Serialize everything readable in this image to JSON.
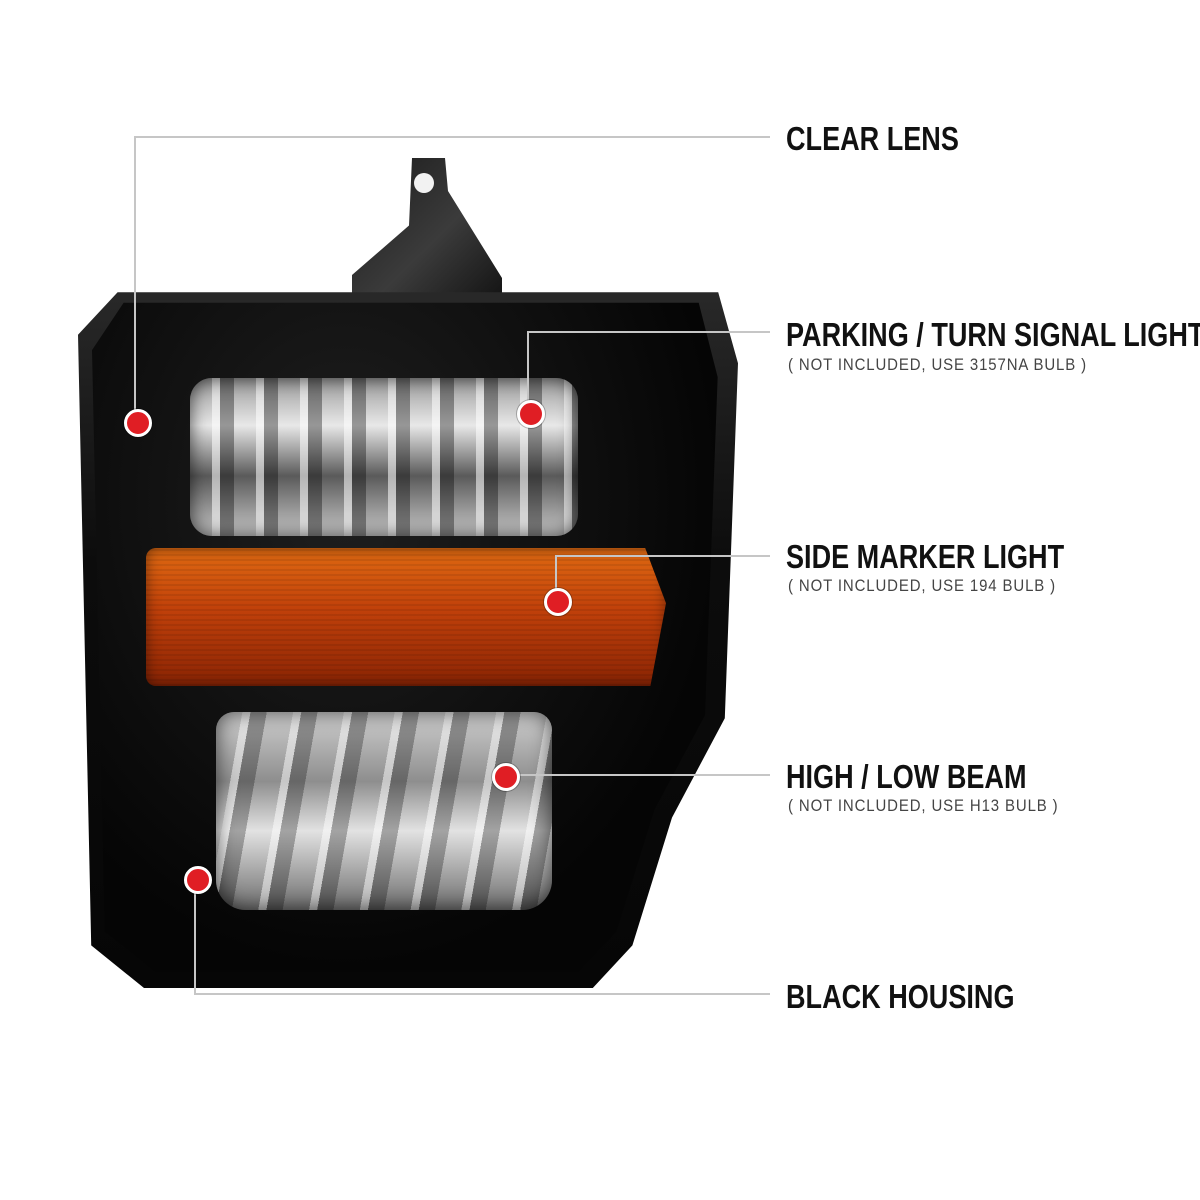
{
  "colors": {
    "callout_dot": "#e01e24",
    "callout_line": "#c6c6c6",
    "label_text": "#111111",
    "housing": "#0c0c0c",
    "amber_reflector": "#c0400a"
  },
  "callouts": [
    {
      "title": "CLEAR LENS",
      "note": ""
    },
    {
      "title": "PARKING / TURN SIGNAL LIGHT",
      "note": "( NOT INCLUDED, USE  3157NA  BULB )"
    },
    {
      "title": "SIDE MARKER LIGHT",
      "note": "( NOT INCLUDED, USE  194  BULB )"
    },
    {
      "title": "HIGH / LOW BEAM",
      "note": "( NOT INCLUDED, USE  H13  BULB )"
    },
    {
      "title": "BLACK HOUSING",
      "note": ""
    }
  ]
}
